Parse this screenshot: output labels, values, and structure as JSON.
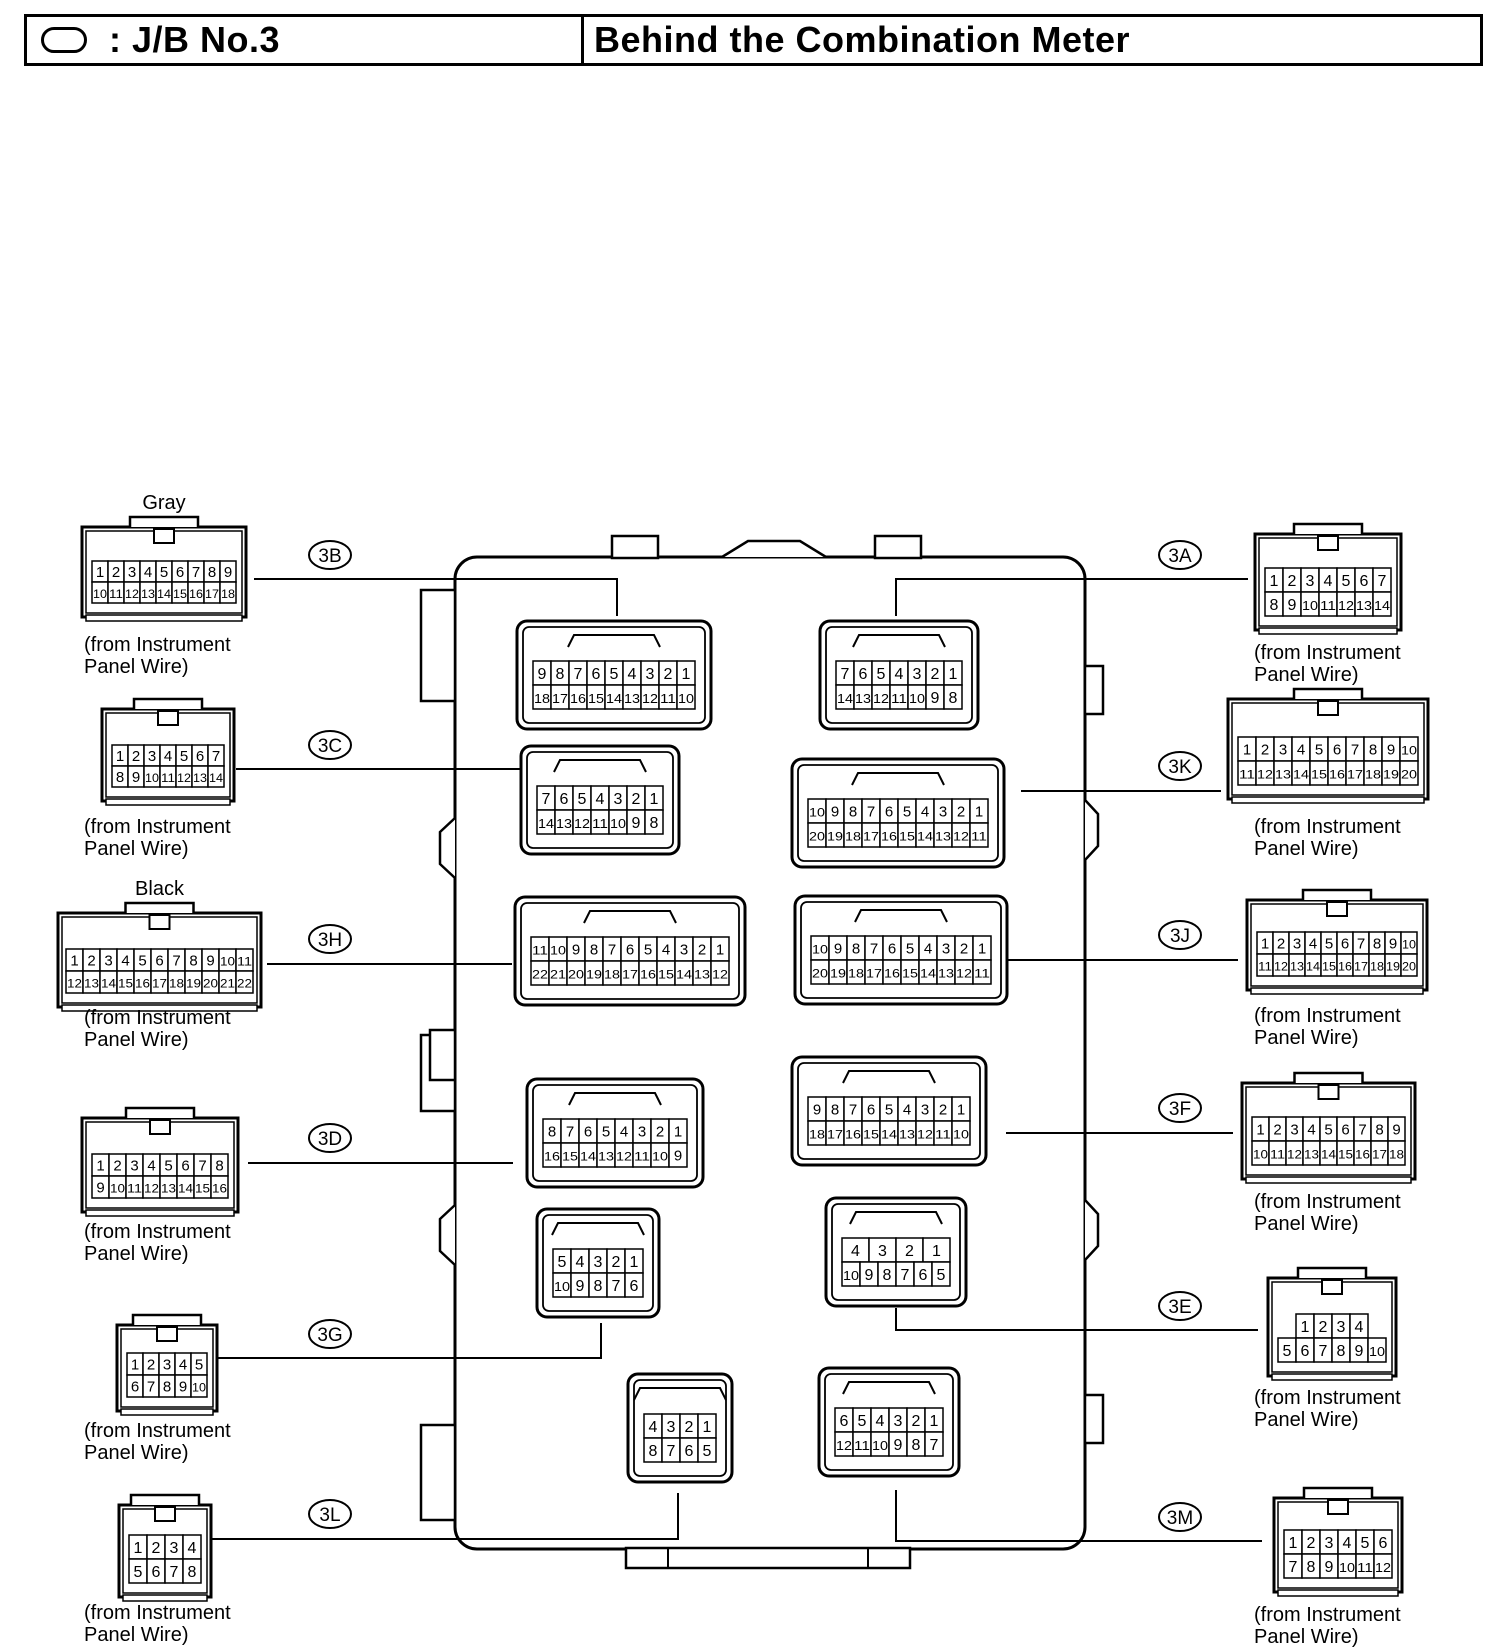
{
  "header": {
    "shape_icon": "oval-icon",
    "location_code": ": J/B No.3",
    "location_desc": "Behind the Combination Meter"
  },
  "wire_source": [
    "(from Instrument",
    "Panel Wire)"
  ],
  "connectors": [
    {
      "id": "3B",
      "color": "Gray",
      "top_row": [
        "1",
        "2",
        "3",
        "4",
        "5",
        "6",
        "7",
        "8",
        "9"
      ],
      "bottom_row": [
        "10",
        "11",
        "12",
        "13",
        "14",
        "15",
        "16",
        "17",
        "18"
      ],
      "jb_top_row": [
        "9",
        "8",
        "7",
        "6",
        "5",
        "4",
        "3",
        "2",
        "1"
      ],
      "jb_bottom_row": [
        "18",
        "17",
        "16",
        "15",
        "14",
        "13",
        "12",
        "11",
        "10"
      ]
    },
    {
      "id": "3C",
      "color": "",
      "top_row": [
        "1",
        "2",
        "3",
        "4",
        "5",
        "6",
        "7"
      ],
      "bottom_row": [
        "8",
        "9",
        "10",
        "11",
        "12",
        "13",
        "14"
      ],
      "jb_top_row": [
        "7",
        "6",
        "5",
        "4",
        "3",
        "2",
        "1"
      ],
      "jb_bottom_row": [
        "14",
        "13",
        "12",
        "11",
        "10",
        "9",
        "8"
      ]
    },
    {
      "id": "3H",
      "color": "Black",
      "top_row": [
        "1",
        "2",
        "3",
        "4",
        "5",
        "6",
        "7",
        "8",
        "9",
        "10",
        "11"
      ],
      "bottom_row": [
        "12",
        "13",
        "14",
        "15",
        "16",
        "17",
        "18",
        "19",
        "20",
        "21",
        "22"
      ],
      "jb_top_row": [
        "11",
        "10",
        "9",
        "8",
        "7",
        "6",
        "5",
        "4",
        "3",
        "2",
        "1"
      ],
      "jb_bottom_row": [
        "22",
        "21",
        "20",
        "19",
        "18",
        "17",
        "16",
        "15",
        "14",
        "13",
        "12"
      ]
    },
    {
      "id": "3D",
      "color": "",
      "top_row": [
        "1",
        "2",
        "3",
        "4",
        "5",
        "6",
        "7",
        "8"
      ],
      "bottom_row": [
        "9",
        "10",
        "11",
        "12",
        "13",
        "14",
        "15",
        "16"
      ],
      "jb_top_row": [
        "8",
        "7",
        "6",
        "5",
        "4",
        "3",
        "2",
        "1"
      ],
      "jb_bottom_row": [
        "16",
        "15",
        "14",
        "13",
        "12",
        "11",
        "10",
        "9"
      ]
    },
    {
      "id": "3G",
      "color": "",
      "top_row": [
        "1",
        "2",
        "3",
        "4",
        "5"
      ],
      "bottom_row": [
        "6",
        "7",
        "8",
        "9",
        "10"
      ],
      "jb_top_row": [
        "5",
        "4",
        "3",
        "2",
        "1"
      ],
      "jb_bottom_row": [
        "10",
        "9",
        "8",
        "7",
        "6"
      ]
    },
    {
      "id": "3L",
      "color": "",
      "top_row": [
        "1",
        "2",
        "3",
        "4"
      ],
      "bottom_row": [
        "5",
        "6",
        "7",
        "8"
      ],
      "jb_top_row": [
        "4",
        "3",
        "2",
        "1"
      ],
      "jb_bottom_row": [
        "8",
        "7",
        "6",
        "5"
      ]
    },
    {
      "id": "3A",
      "color": "",
      "top_row": [
        "1",
        "2",
        "3",
        "4",
        "5",
        "6",
        "7"
      ],
      "bottom_row": [
        "8",
        "9",
        "10",
        "11",
        "12",
        "13",
        "14"
      ],
      "jb_top_row": [
        "7",
        "6",
        "5",
        "4",
        "3",
        "2",
        "1"
      ],
      "jb_bottom_row": [
        "14",
        "13",
        "12",
        "11",
        "10",
        "9",
        "8"
      ]
    },
    {
      "id": "3K",
      "color": "",
      "top_row": [
        "1",
        "2",
        "3",
        "4",
        "5",
        "6",
        "7",
        "8",
        "9",
        "10"
      ],
      "bottom_row": [
        "11",
        "12",
        "13",
        "14",
        "15",
        "16",
        "17",
        "18",
        "19",
        "20"
      ],
      "jb_top_row": [
        "10",
        "9",
        "8",
        "7",
        "6",
        "5",
        "4",
        "3",
        "2",
        "1"
      ],
      "jb_bottom_row": [
        "20",
        "19",
        "18",
        "17",
        "16",
        "15",
        "14",
        "13",
        "12",
        "11"
      ]
    },
    {
      "id": "3J",
      "color": "",
      "top_row": [
        "1",
        "2",
        "3",
        "4",
        "5",
        "6",
        "7",
        "8",
        "9",
        "10"
      ],
      "bottom_row": [
        "11",
        "12",
        "13",
        "14",
        "15",
        "16",
        "17",
        "18",
        "19",
        "20"
      ],
      "jb_top_row": [
        "10",
        "9",
        "8",
        "7",
        "6",
        "5",
        "4",
        "3",
        "2",
        "1"
      ],
      "jb_bottom_row": [
        "20",
        "19",
        "18",
        "17",
        "16",
        "15",
        "14",
        "13",
        "12",
        "11"
      ]
    },
    {
      "id": "3F",
      "color": "",
      "top_row": [
        "1",
        "2",
        "3",
        "4",
        "5",
        "6",
        "7",
        "8",
        "9"
      ],
      "bottom_row": [
        "10",
        "11",
        "12",
        "13",
        "14",
        "15",
        "16",
        "17",
        "18"
      ],
      "jb_top_row": [
        "9",
        "8",
        "7",
        "6",
        "5",
        "4",
        "3",
        "2",
        "1"
      ],
      "jb_bottom_row": [
        "18",
        "17",
        "16",
        "15",
        "14",
        "13",
        "12",
        "11",
        "10"
      ]
    },
    {
      "id": "3E",
      "color": "",
      "top_row": [
        "1",
        "2",
        "3",
        "4"
      ],
      "bottom_row": [
        "5",
        "6",
        "7",
        "8",
        "9",
        "10"
      ],
      "jb_top_row": [
        "4",
        "3",
        "2",
        "1"
      ],
      "jb_bottom_row": [
        "10",
        "9",
        "8",
        "7",
        "6",
        "5"
      ]
    },
    {
      "id": "3M",
      "color": "",
      "top_row": [
        "1",
        "2",
        "3",
        "4",
        "5",
        "6"
      ],
      "bottom_row": [
        "7",
        "8",
        "9",
        "10",
        "11",
        "12"
      ],
      "jb_top_row": [
        "6",
        "5",
        "4",
        "3",
        "2",
        "1"
      ],
      "jb_bottom_row": [
        "12",
        "11",
        "10",
        "9",
        "8",
        "7"
      ]
    }
  ]
}
